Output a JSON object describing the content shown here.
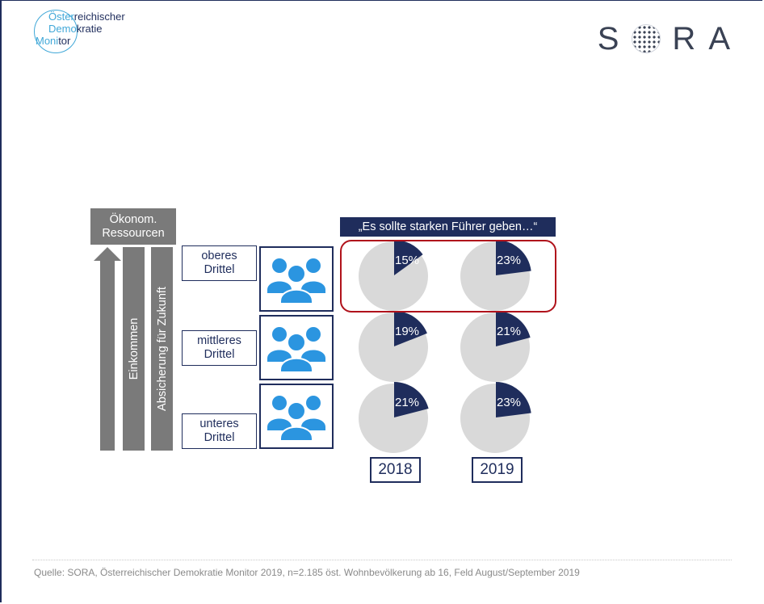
{
  "logos": {
    "odm": {
      "line1_a": "Öster",
      "line1_b": "reichischer",
      "line2_a": "Demo",
      "line2_b": "kratie",
      "line3_a": "Moni",
      "line3_b": "tor"
    },
    "sora": {
      "s": "S",
      "r": "R",
      "a": "A"
    }
  },
  "axis": {
    "resources_label_1": "Ökonom.",
    "resources_label_2": "Ressourcen",
    "bar1_label": "Einkommen",
    "bar2_label": "Absicherung für Zukunft"
  },
  "terciles": [
    {
      "line1": "oberes",
      "line2": "Drittel"
    },
    {
      "line1": "mittleres",
      "line2": "Drittel"
    },
    {
      "line1": "unteres",
      "line2": "Drittel"
    }
  ],
  "icons": {
    "people": "people-group-icon"
  },
  "colors": {
    "navy": "#1f2d5c",
    "pie_gray": "#d9d9d9",
    "highlight": "#b0121b",
    "icon_blue": "#2b95e0",
    "axis_gray": "#7a7a7a"
  },
  "chart_data": {
    "type": "pie",
    "title": "„Es sollte starken Führer geben…“",
    "years": [
      "2018",
      "2019"
    ],
    "groups": [
      "oberes Drittel",
      "mittleres Drittel",
      "unteres Drittel"
    ],
    "series": [
      {
        "group": "oberes Drittel",
        "values": [
          15,
          23
        ],
        "labels": [
          "15%",
          "23%"
        ]
      },
      {
        "group": "mittleres Drittel",
        "values": [
          19,
          21
        ],
        "labels": [
          "19%",
          "21%"
        ]
      },
      {
        "group": "unteres Drittel",
        "values": [
          21,
          23
        ],
        "labels": [
          "21%",
          "23%"
        ]
      }
    ],
    "highlighted_group": "oberes Drittel"
  },
  "footer": {
    "source": "Quelle: SORA, Österreichischer Demokratie Monitor 2019, n=2.185 öst. Wohnbevölkerung  ab 16, Feld August/September 2019"
  }
}
